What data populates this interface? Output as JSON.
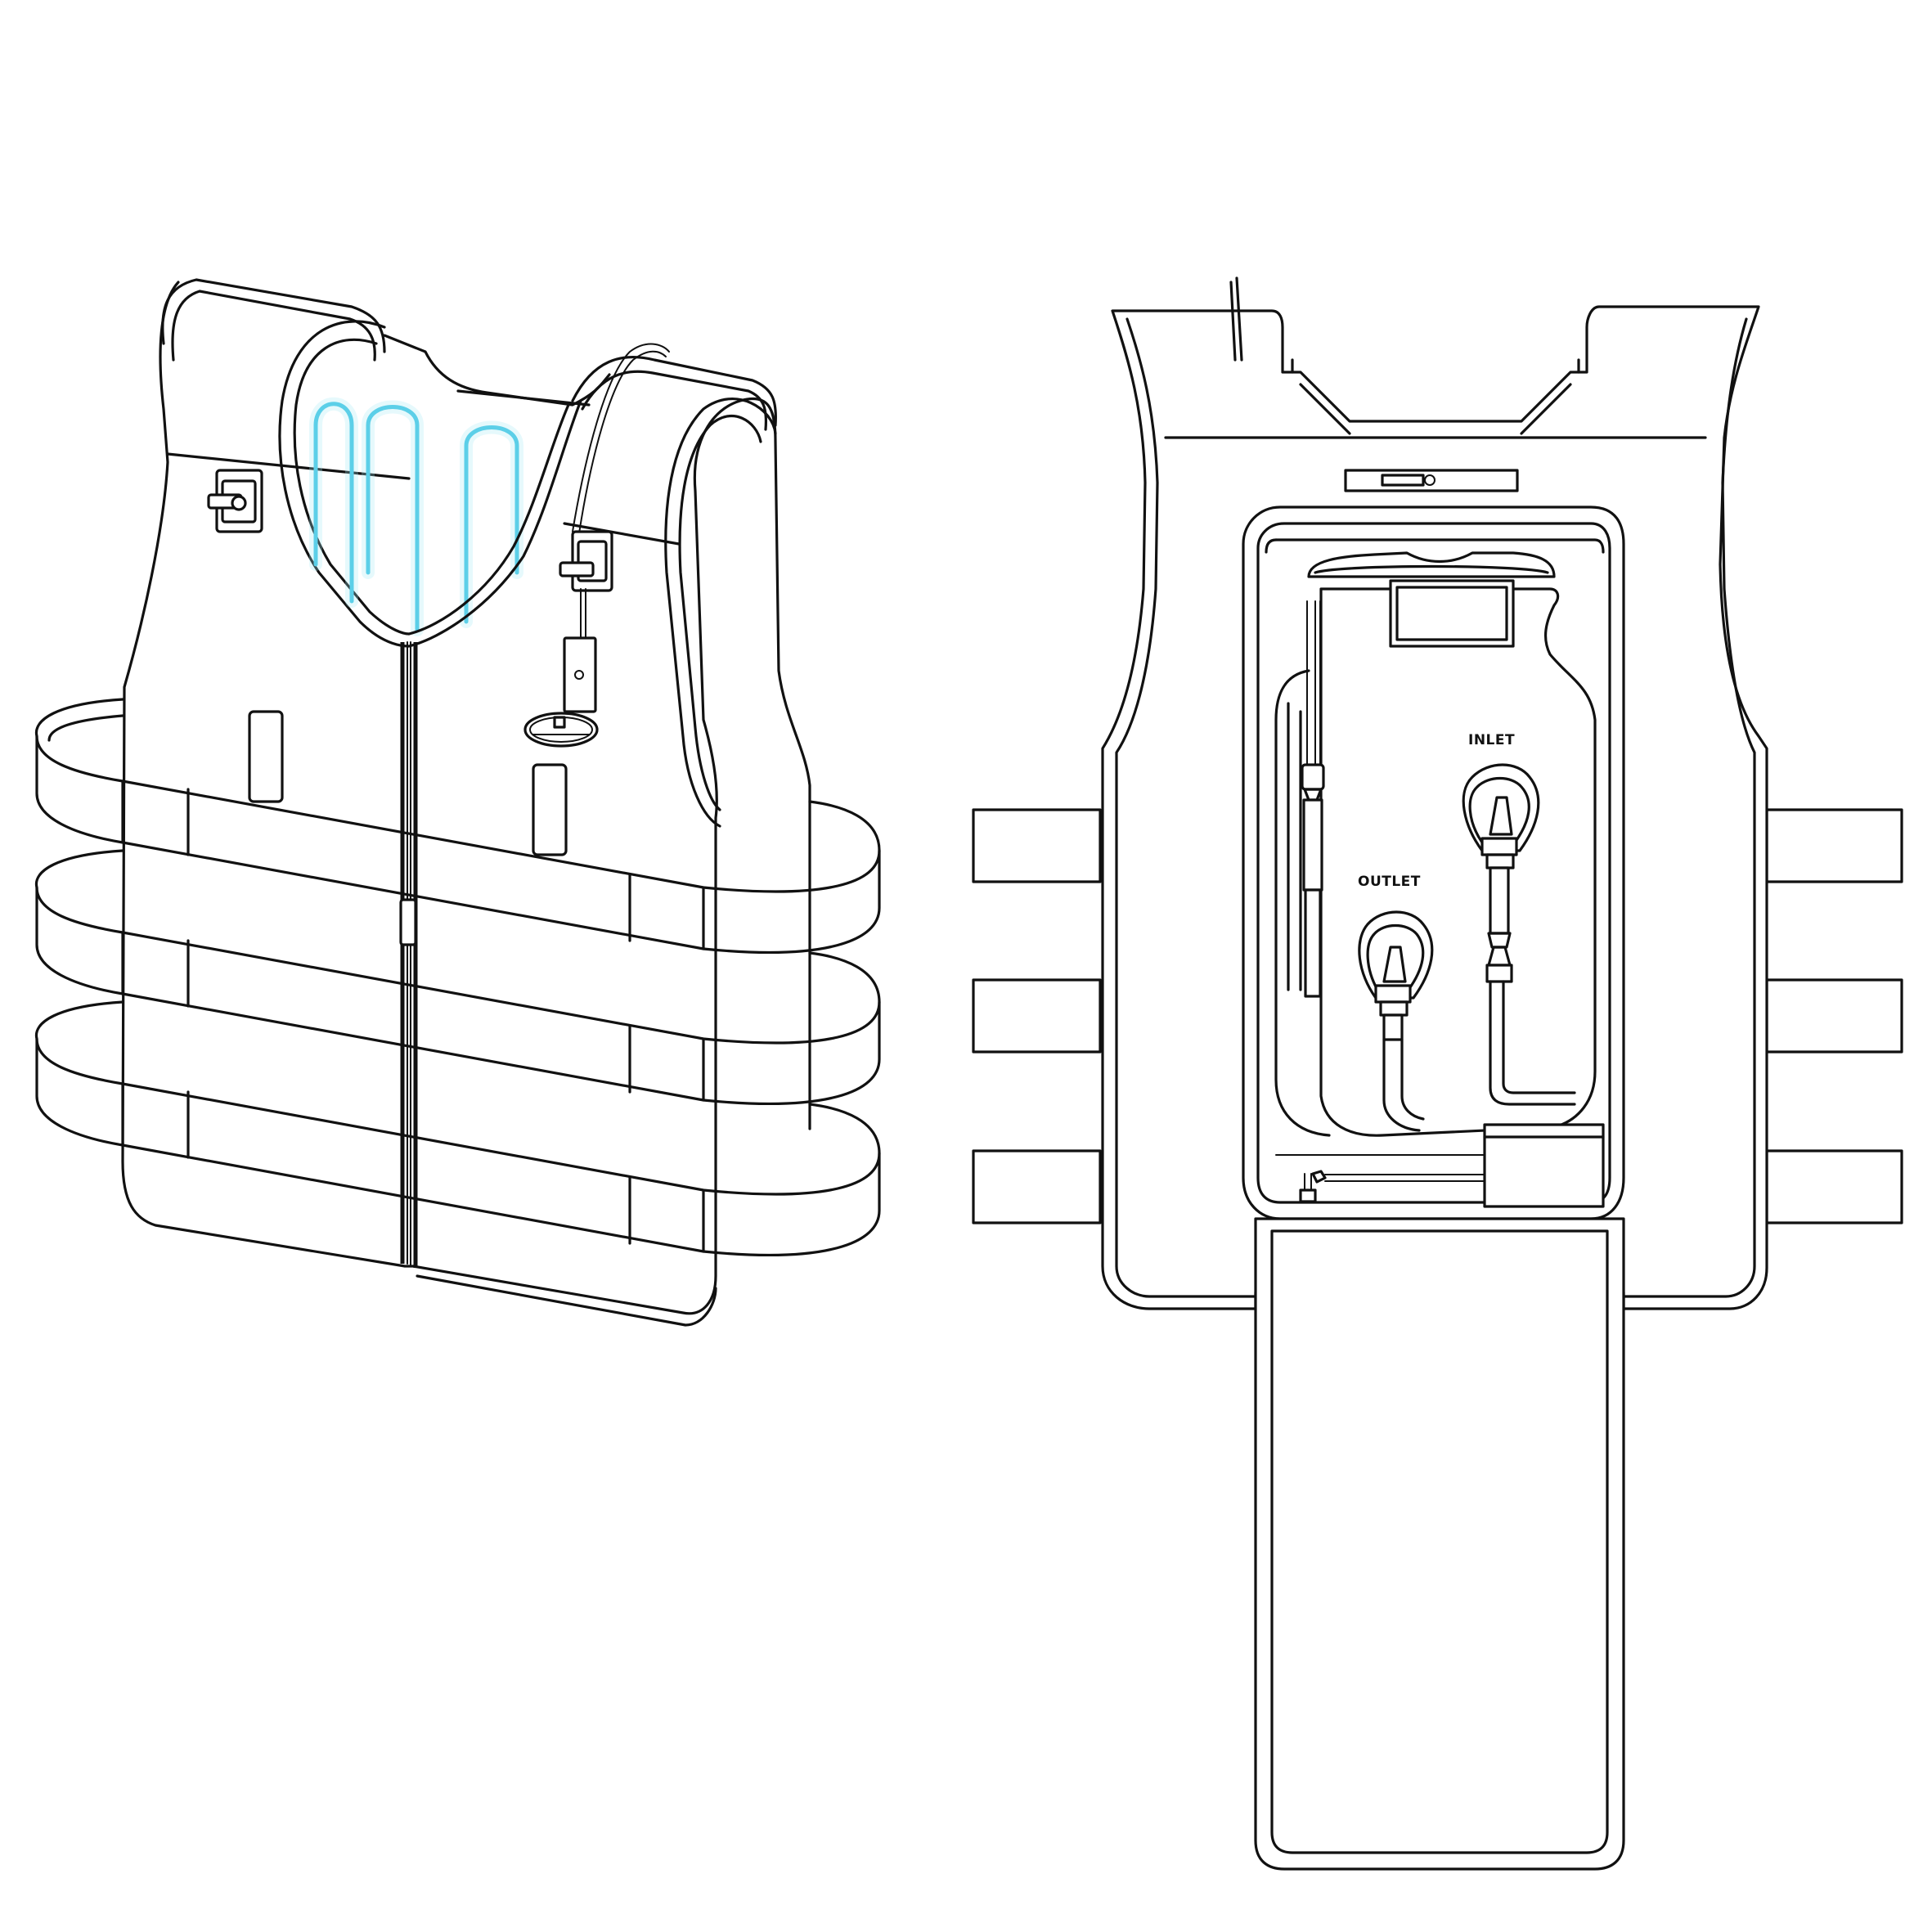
{
  "labels": {
    "inlet": "INLET",
    "outlet": "OUTLET"
  },
  "colors": {
    "line": "#111111",
    "cooling_channel": "#5ccfe8",
    "cooling_glow": "#a6e8f6"
  },
  "icons": {
    "front_logo": "brand-logo-badge",
    "zipper": "zipper-icon",
    "buckles": "side-release-buckle-icon"
  }
}
